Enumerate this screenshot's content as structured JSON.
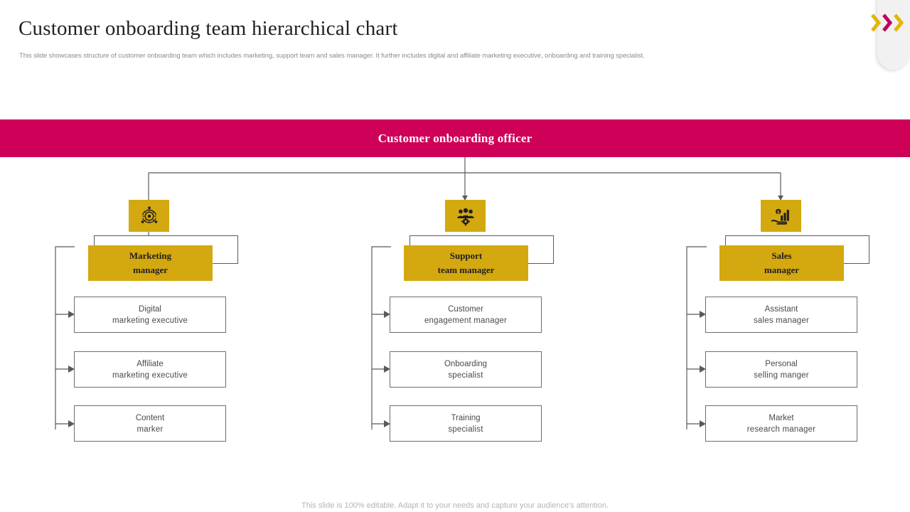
{
  "slide": {
    "title": "Customer onboarding team hierarchical chart",
    "subtitle": "This slide showcases structure of customer onboarding team which includes marketing, support team and sales manager. It further includes digital and affiliate marketing executive, onboarding and training specialist.",
    "footer": "This slide is 100% editable. Adapt it to your needs and capture your audience's attention."
  },
  "colors": {
    "accent_pink": "#ce0058",
    "accent_gold": "#d4a80f",
    "line": "#595959",
    "text_dark": "#231f20",
    "text_muted": "#8d8d8d"
  },
  "decor": {
    "chevrons": [
      "gold",
      "magenta",
      "gold"
    ],
    "panel": "rounded-corner-panel"
  },
  "chart_data": {
    "type": "diagram",
    "title": "Customer onboarding team hierarchical chart",
    "root": {
      "label": "Customer onboarding officer"
    },
    "branches": [
      {
        "icon": "settings-network-icon",
        "manager": {
          "line1": "Marketing",
          "line2": "manager"
        },
        "reports": [
          {
            "line1": "Digital",
            "line2": "marketing executive"
          },
          {
            "line1": "Affiliate",
            "line2": "marketing executive"
          },
          {
            "line1": "Content",
            "line2": "marker"
          }
        ]
      },
      {
        "icon": "team-gear-icon",
        "manager": {
          "line1": "Support",
          "line2": "team manager"
        },
        "reports": [
          {
            "line1": "Customer",
            "line2": "engagement manager"
          },
          {
            "line1": "Onboarding",
            "line2": "specialist"
          },
          {
            "line1": "Training",
            "line2": "specialist"
          }
        ]
      },
      {
        "icon": "hand-growth-chart-icon",
        "manager": {
          "line1": "Sales",
          "line2": "manager"
        },
        "reports": [
          {
            "line1": "Assistant",
            "line2": "sales manager"
          },
          {
            "line1": "Personal",
            "line2": "selling manger"
          },
          {
            "line1": "Market",
            "line2": "research manager"
          }
        ]
      }
    ]
  }
}
